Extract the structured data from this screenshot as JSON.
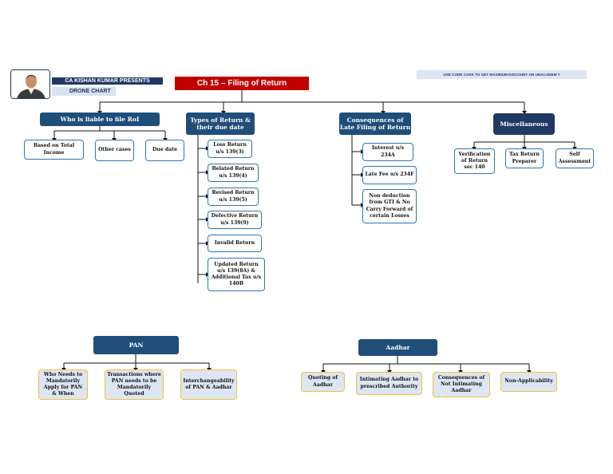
{
  "header": {
    "presenter": "CA KISHAN KUMAR PRESENTS",
    "subtitle": "DRONE CHART",
    "title": "Ch 15 – Filing of Return",
    "promo": "USE CODE CAKK TO GET MAXIMUM DISCOUNT ON UNACADEM Y"
  },
  "branches": {
    "liable": {
      "label": "Who is liable to file RoI",
      "items": [
        "Based on Total Income",
        "Other cases",
        "Due date"
      ]
    },
    "types": {
      "label": "Types of Return & their due date",
      "items": [
        "Loss Return u/s 139(3)",
        "Belated Return u/s 139(4)",
        "Revised Return u/s 139(5)",
        "Defective Return u/s 139(9)",
        "Invalid Return",
        "Updated Return u/s 139(8A) & Additional Tax u/s 140B"
      ]
    },
    "late": {
      "label": "Consequences of Late Filing of Return",
      "items": [
        "Interest u/s 234A",
        "Late Fee u/s 234F",
        "Non deduction from GTI & No Carry Forward of certain Losses"
      ]
    },
    "misc": {
      "label": "Miscellaneous",
      "items": [
        "Verification of Return sec 140",
        "Tax Return Preparer",
        "Self Assessment"
      ]
    },
    "pan": {
      "label": "PAN",
      "items": [
        "Who Needs to Mandatorily Apply for PAN & When",
        "Transactions where PAN needs to be Mandatorily Quoted",
        "Interchangeability of PAN & Aadhar"
      ]
    },
    "aadhar": {
      "label": "Aadhar",
      "items": [
        "Quoting of Aadhar",
        "Intimating Aadhar to prescribed Authority",
        "Consequences of Not Intimating Aadhar",
        "Non-Applicability"
      ]
    }
  },
  "colors": {
    "navy": "#1f3864",
    "header_blue": "#1f4e79",
    "title_red": "#c00000",
    "leaf_border": "#2e75b6",
    "pan_leaf_fill": "#dde6f2",
    "pan_leaf_border": "#f1c232"
  }
}
